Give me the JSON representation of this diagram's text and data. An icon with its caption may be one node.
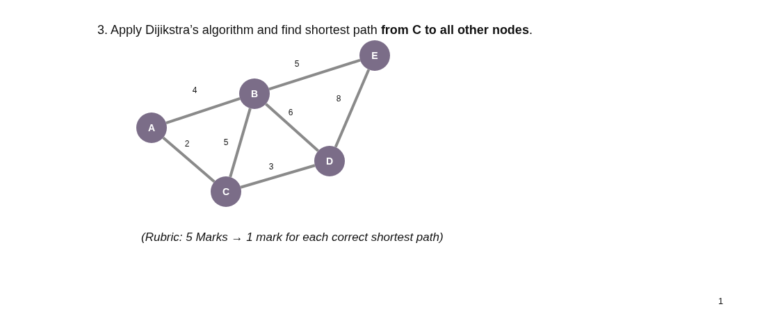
{
  "diagram": {
    "title": "3. Apply Dijikstra’s algorithm and find shortest path **from C to all other nodes**.",
    "caption": "(Rubric: 5 Marks → 1 mark for each correct shortest path)",
    "nodes": [
      {
        "text": [
          "A"
        ]
      },
      {
        "text": [
          "B"
        ]
      },
      {
        "text": [
          "C"
        ]
      },
      {
        "text": [
          "D"
        ]
      },
      {
        "text": [
          "E"
        ]
      }
    ],
    "edges": [
      {
        "from": 0,
        "to": 1,
        "arrow": "none",
        "label": "4"
      },
      {
        "from": 1,
        "to": 4,
        "arrow": "none",
        "label": "5"
      },
      {
        "from": 4,
        "to": 3,
        "arrow": "none",
        "label": "8"
      },
      {
        "from": 1,
        "to": 3,
        "arrow": "none",
        "label": "6"
      },
      {
        "from": 0,
        "to": 2,
        "arrow": "none",
        "label": "2"
      },
      {
        "from": 1,
        "to": 2,
        "arrow": "none",
        "label": "5"
      },
      {
        "from": 2,
        "to": 3,
        "arrow": "none",
        "label": "3"
      }
    ],
    "labels": [
      "1"
    ]
  }
}
